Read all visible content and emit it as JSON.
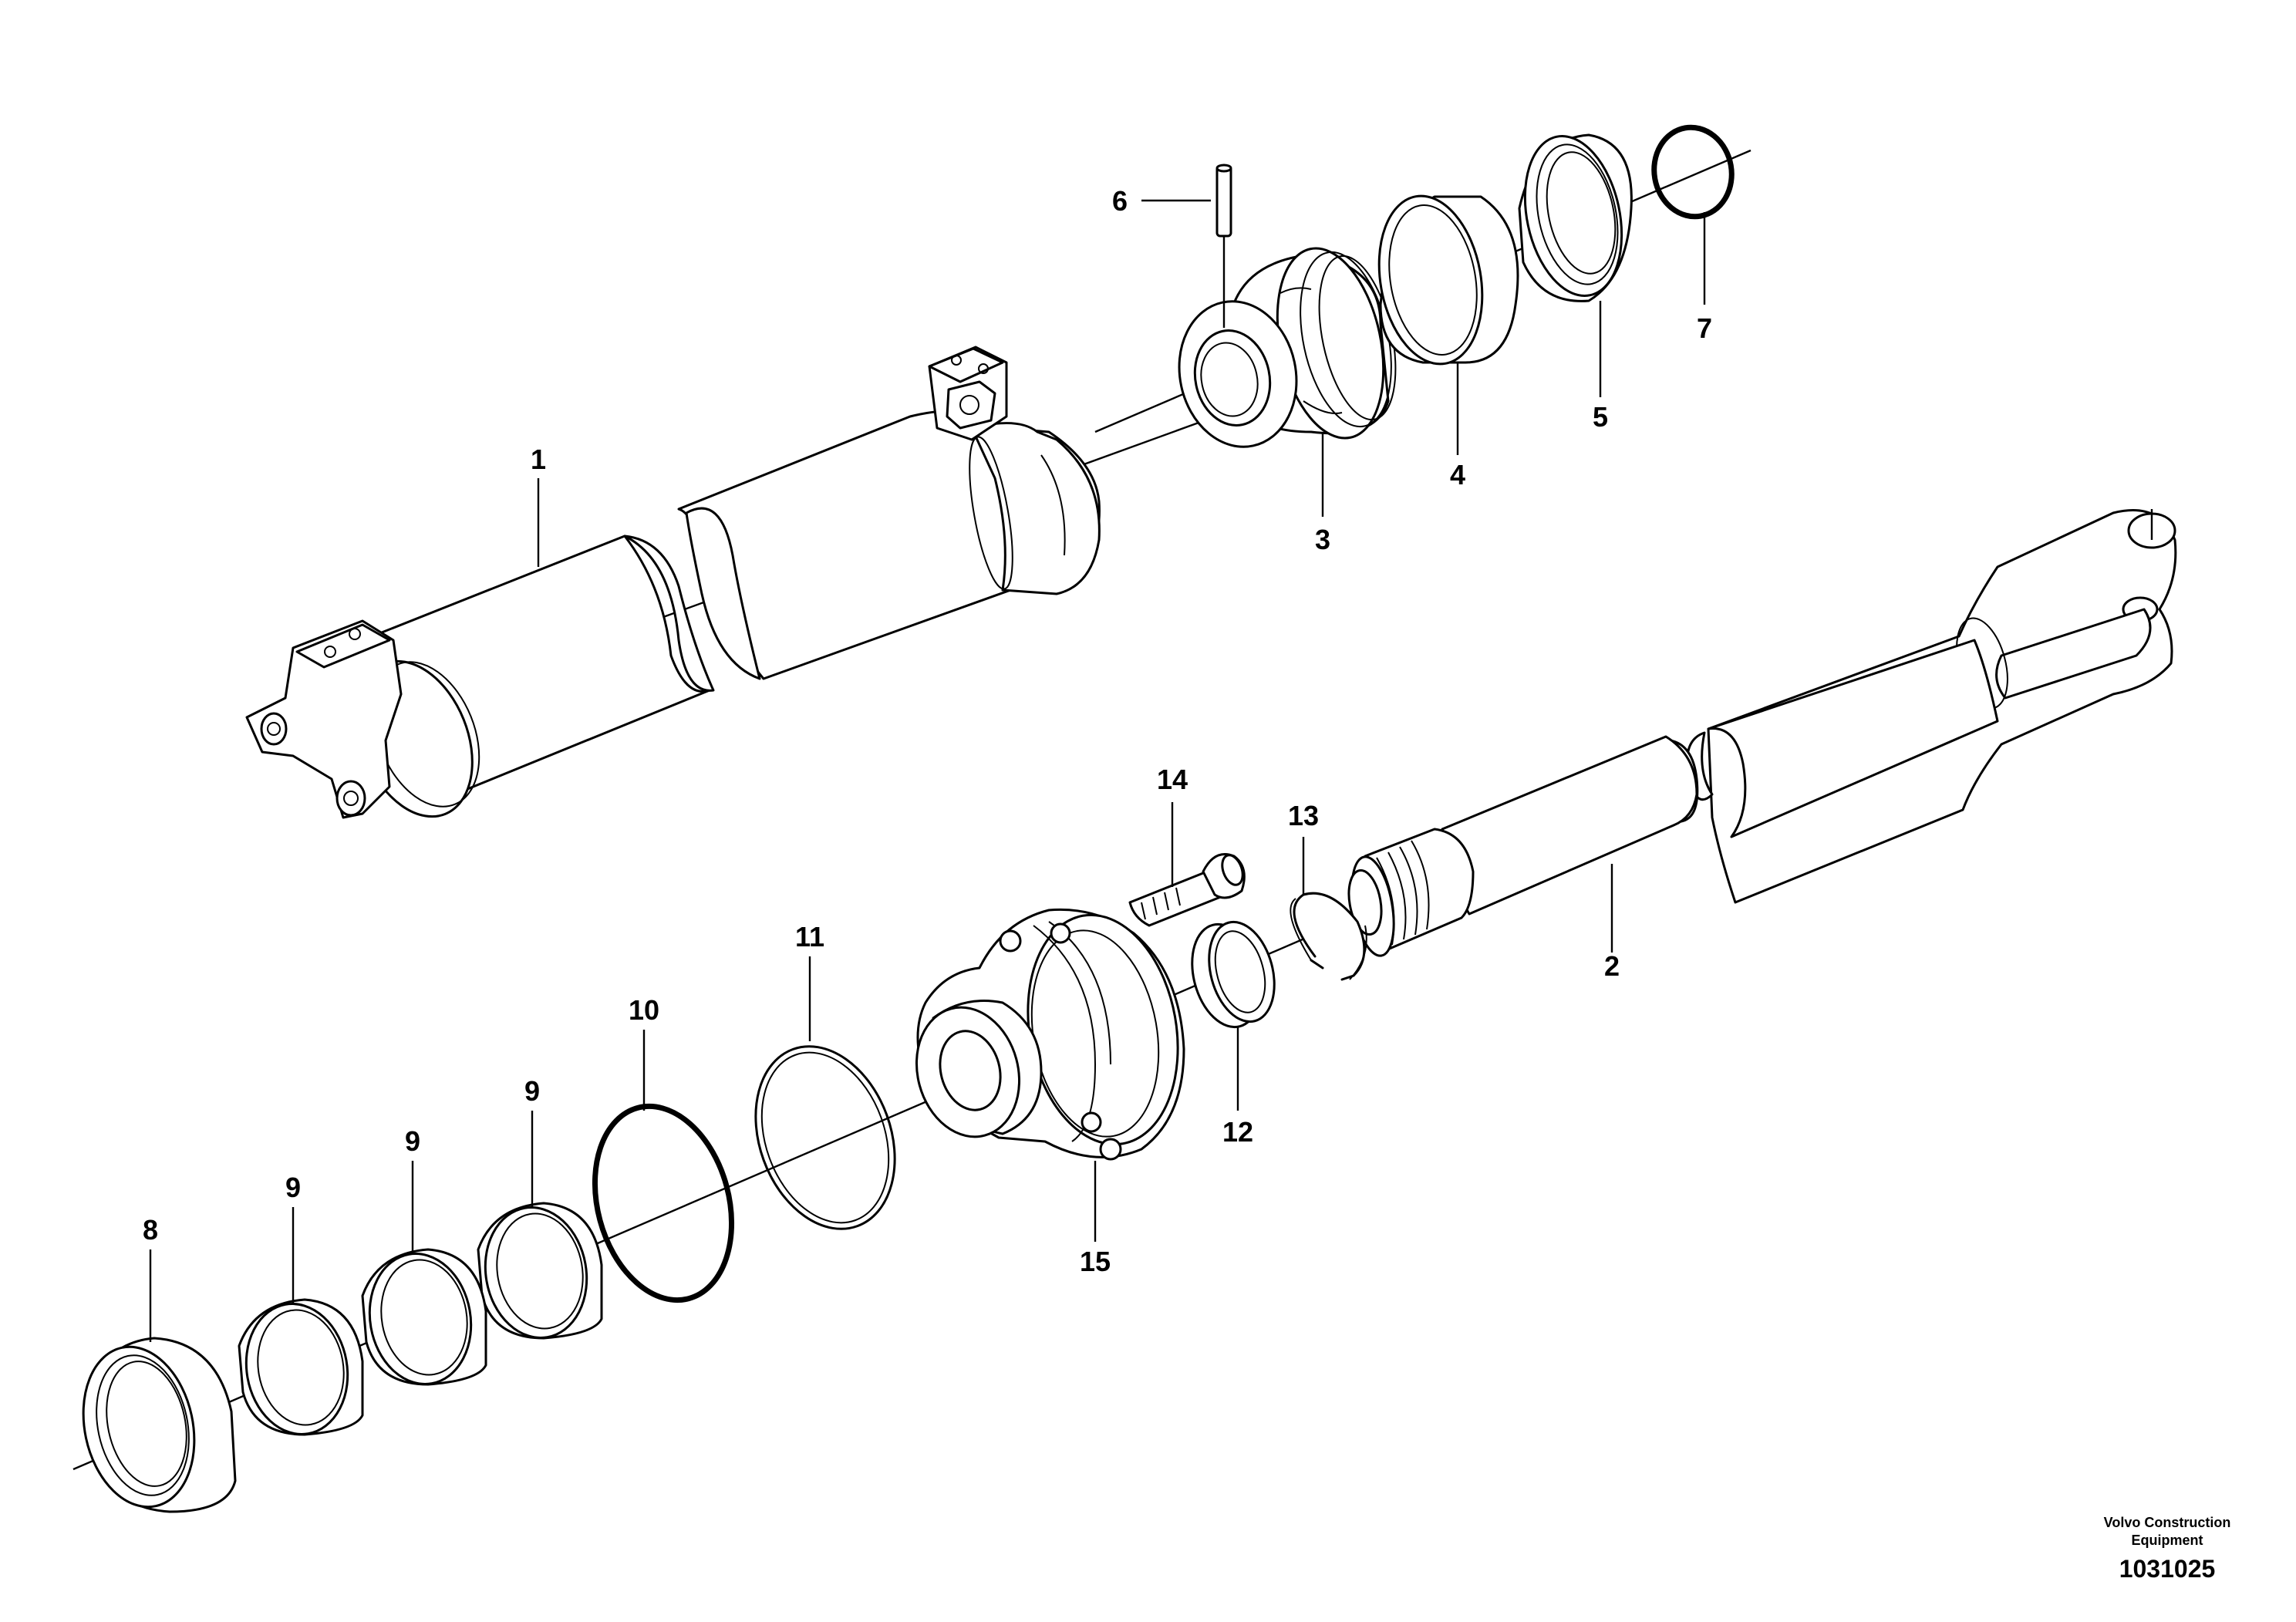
{
  "callouts": [
    {
      "id": "1",
      "label": "1"
    },
    {
      "id": "2",
      "label": "2"
    },
    {
      "id": "3",
      "label": "3"
    },
    {
      "id": "4",
      "label": "4"
    },
    {
      "id": "5",
      "label": "5"
    },
    {
      "id": "6",
      "label": "6"
    },
    {
      "id": "7",
      "label": "7"
    },
    {
      "id": "8",
      "label": "8"
    },
    {
      "id": "9a",
      "label": "9"
    },
    {
      "id": "9b",
      "label": "9"
    },
    {
      "id": "9c",
      "label": "9"
    },
    {
      "id": "10",
      "label": "10"
    },
    {
      "id": "11",
      "label": "11"
    },
    {
      "id": "12",
      "label": "12"
    },
    {
      "id": "13",
      "label": "13"
    },
    {
      "id": "14",
      "label": "14"
    },
    {
      "id": "15",
      "label": "15"
    }
  ],
  "footer": {
    "brand_line1": "Volvo Construction",
    "brand_line2": "Equipment",
    "doc_number": "1031025"
  }
}
